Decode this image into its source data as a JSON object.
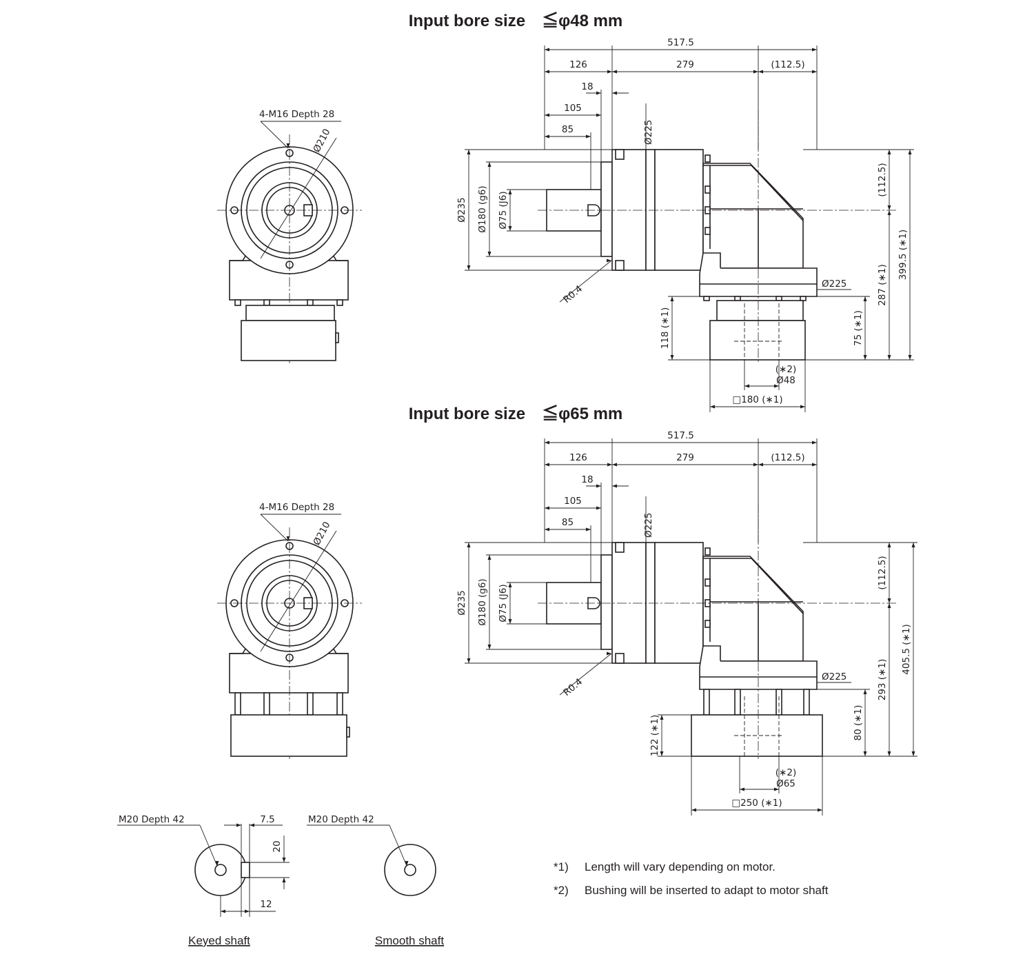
{
  "sections": [
    {
      "title": "Input bore size　≦φ48 mm",
      "front": {
        "tap_label": "4-M16 Depth 28",
        "pcd": "Ø210"
      },
      "side": {
        "overall": "517.5",
        "d126": "126",
        "d279": "279",
        "d112": "(112.5)",
        "d18": "18",
        "d105": "105",
        "d85": "85",
        "flange_dia": "Ø225",
        "d235": "Ø235",
        "d180": "Ø180 (g6)",
        "d75": "Ø75 (J6)",
        "radius": "R0.4",
        "v112": "(112.5)",
        "total_h": "399.5 (∗1)",
        "h_mid": "287 (∗1)",
        "h_low": "75 (∗1)",
        "base_dia": "Ø225",
        "motor_h": "118 (∗1)",
        "bushing_note": "(∗2)",
        "bore": "Ø48",
        "motor_sq": "□180 (∗1)"
      }
    },
    {
      "title": "Input bore size　≦φ65 mm",
      "front": {
        "tap_label": "4-M16 Depth 28",
        "pcd": "Ø210"
      },
      "side": {
        "overall": "517.5",
        "d126": "126",
        "d279": "279",
        "d112": "(112.5)",
        "d18": "18",
        "d105": "105",
        "d85": "85",
        "flange_dia": "Ø225",
        "d235": "Ø235",
        "d180": "Ø180 (g6)",
        "d75": "Ø75 (J6)",
        "radius": "R0.4",
        "v112": "(112.5)",
        "total_h": "405.5 (∗1)",
        "h_mid": "293 (∗1)",
        "h_low": "80 (∗1)",
        "base_dia": "Ø225",
        "motor_h": "122 (∗1)",
        "bushing_note": "(∗2)",
        "bore": "Ø65",
        "motor_sq": "□250 (∗1)"
      }
    }
  ],
  "shafts": [
    {
      "tap": "M20 Depth 42",
      "key_w": "7.5",
      "key_h": "20",
      "key_d": "12",
      "caption": "Keyed shaft"
    },
    {
      "tap": "M20 Depth 42",
      "caption": "Smooth shaft"
    }
  ],
  "notes": [
    {
      "mark": "*1)",
      "text": "Length will vary depending on motor."
    },
    {
      "mark": "*2)",
      "text": "Bushing will be inserted to adapt to motor shaft"
    }
  ]
}
